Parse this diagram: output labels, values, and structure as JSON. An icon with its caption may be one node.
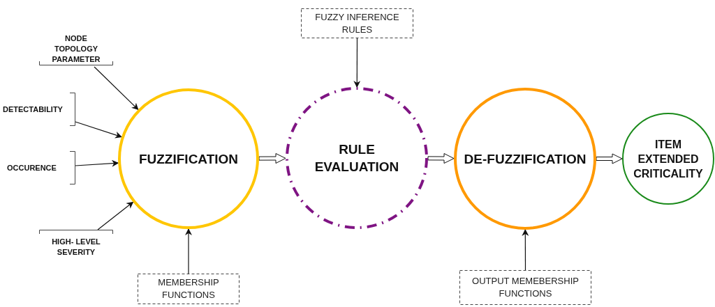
{
  "diagram": {
    "nodes": [
      {
        "text": [
          "NODE TOPOLOGY PARAMETER"
        ]
      },
      {
        "text": [
          "DETECTABILITY"
        ]
      },
      {
        "text": [
          "OCCURENCE"
        ]
      },
      {
        "text": [
          "HIGH- LEVEL SEVERITY"
        ]
      },
      {
        "text": [
          "FUZZIFICATION"
        ]
      },
      {
        "text": [
          "FUZZY INFERENCE RULES"
        ]
      },
      {
        "text": [
          "RULE EVALUATION"
        ]
      },
      {
        "text": [
          "MEMBERSHIP FUNCTIONS"
        ]
      },
      {
        "text": [
          "DE-FUZZIFICATION"
        ]
      },
      {
        "text": [
          "OUTPUT MEMEBERSHIP FUNCTIONS"
        ]
      },
      {
        "text": [
          "ITEM EXTENDED CRITICALITY"
        ]
      }
    ],
    "edges": [
      {
        "from": 0,
        "to": 4,
        "arrow": "to"
      },
      {
        "from": 1,
        "to": 4,
        "arrow": "to"
      },
      {
        "from": 2,
        "to": 4,
        "arrow": "to"
      },
      {
        "from": 3,
        "to": 4,
        "arrow": "to"
      },
      {
        "from": 7,
        "to": 4,
        "arrow": "to"
      },
      {
        "from": 4,
        "to": 6,
        "arrow": "to",
        "style": "thick"
      },
      {
        "from": 5,
        "to": 6,
        "arrow": "to"
      },
      {
        "from": 6,
        "to": 8,
        "arrow": "to",
        "style": "thick"
      },
      {
        "from": 9,
        "to": 8,
        "arrow": "to"
      },
      {
        "from": 8,
        "to": 10,
        "arrow": "to",
        "style": "thick"
      }
    ]
  }
}
